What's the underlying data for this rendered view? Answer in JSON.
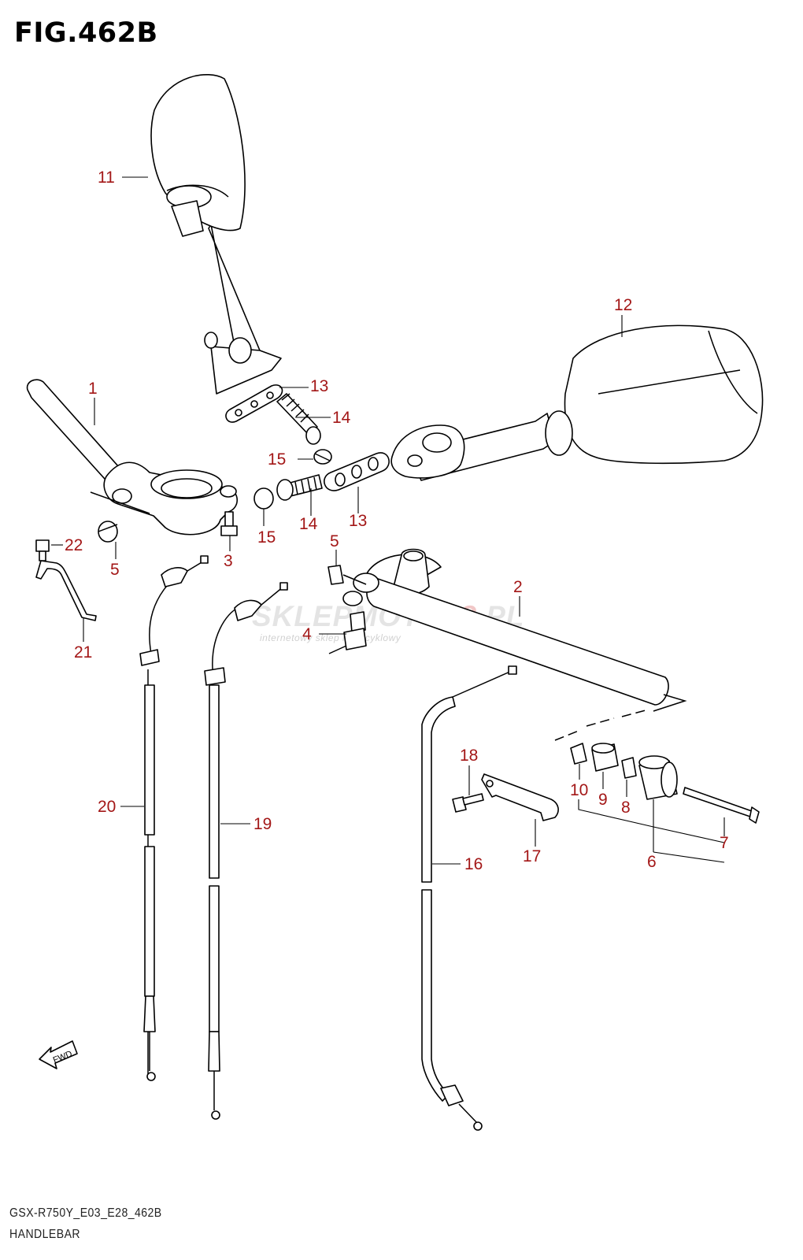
{
  "figure": {
    "title": "FIG.462B",
    "model_code": "GSX-R750Y_E03_E28_462B",
    "caption": "HANDLEBAR",
    "fwd_arrow_label": "FWD"
  },
  "watermark": {
    "brand_part1": "SKLEPMOTO",
    "brand_part2": "48",
    "brand_part3": ".PL",
    "tagline": "internetowy sklep motocyklowy"
  },
  "callouts": {
    "c1": "1",
    "c2": "2",
    "c3": "3",
    "c4": "4",
    "c5a": "5",
    "c5b": "5",
    "c6": "6",
    "c7": "7",
    "c8": "8",
    "c9": "9",
    "c10": "10",
    "c11": "11",
    "c12": "12",
    "c13a": "13",
    "c13b": "13",
    "c14a": "14",
    "c14b": "14",
    "c15a": "15",
    "c15b": "15",
    "c16": "16",
    "c17": "17",
    "c18": "18",
    "c19": "19",
    "c20": "20",
    "c21": "21",
    "c22": "22"
  },
  "colors": {
    "callout": "#a31717",
    "line": "#000000",
    "watermark_accent": "#e79a9a"
  }
}
